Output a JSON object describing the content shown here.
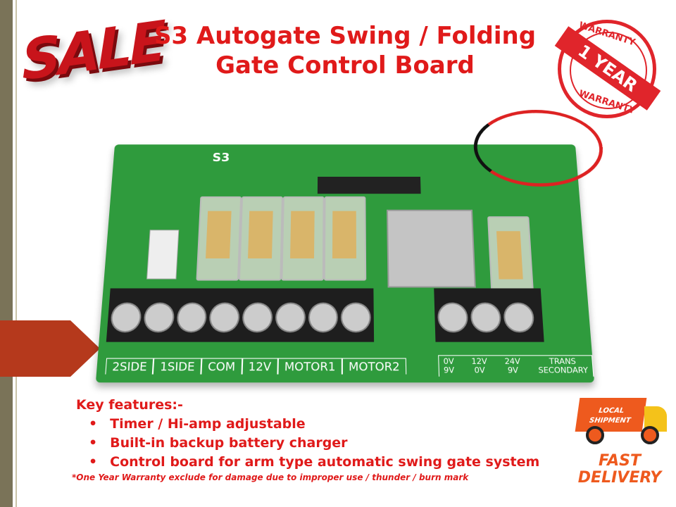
{
  "sale_badge": "SALE",
  "title": {
    "line1": "S3 Autogate Swing / Folding",
    "line2": "Gate Control Board"
  },
  "warranty_stamp": {
    "top": "WARRANTY",
    "ribbon": "1 YEAR",
    "bottom": "WARRANTY"
  },
  "board": {
    "model": "S3",
    "terminal_labels": [
      "2SIDE",
      "1SIDE",
      "COM",
      "12V",
      "MOTOR1",
      "MOTOR2"
    ],
    "transformer_labels": [
      [
        "0V",
        "9V"
      ],
      [
        "12V",
        "0V"
      ],
      [
        "24V",
        "9V"
      ],
      [
        "TRANS",
        "SECONDARY"
      ]
    ]
  },
  "features": {
    "heading": "Key features:-",
    "items": [
      "Timer / Hi-amp adjustable",
      "Built-in backup battery charger",
      "Control board for arm type automatic swing gate system"
    ],
    "note": "*One Year Warranty exclude for damage due to improper use / thunder / burn mark"
  },
  "delivery": {
    "truck_label_1": "LOCAL",
    "truck_label_2": "SHIPMENT",
    "line1": "FAST",
    "line2": "DELIVERY"
  },
  "colors": {
    "accent_red": "#e01a1a",
    "pcb_green": "#2f9b3d",
    "delivery_orange": "#ee5a1e"
  }
}
